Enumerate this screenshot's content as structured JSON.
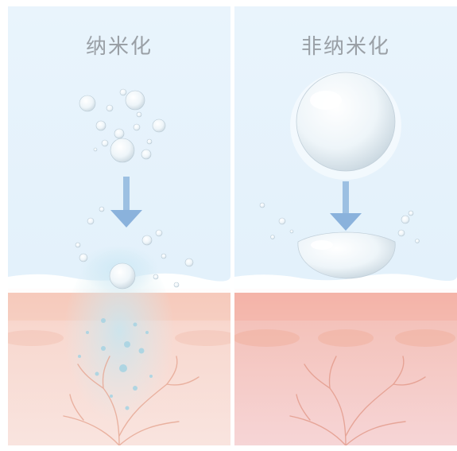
{
  "panels": [
    {
      "id": "nano",
      "title": "纳米化"
    },
    {
      "id": "non-nano",
      "title": "非纳米化"
    }
  ],
  "colors": {
    "sky": "#e3f2fb",
    "water_line": "#ffffff",
    "skin_top": "#f4c8bb",
    "skin_bottom": "#f6dcd7",
    "vessels": "#e6a692",
    "arrow": "#8ab2dc"
  },
  "icons": [
    "water-droplet-icon",
    "down-arrow-icon",
    "skin-layer",
    "blood-vessel-icon"
  ]
}
